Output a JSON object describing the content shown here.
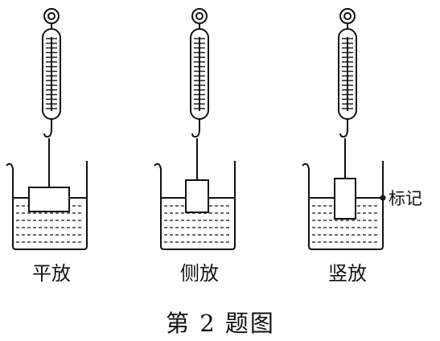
{
  "setups": [
    {
      "label": "平放",
      "orientation": "flat"
    },
    {
      "label": "侧放",
      "orientation": "side"
    },
    {
      "label": "竖放",
      "orientation": "upright"
    }
  ],
  "mark_label": "标记",
  "caption": "第 2 题图"
}
